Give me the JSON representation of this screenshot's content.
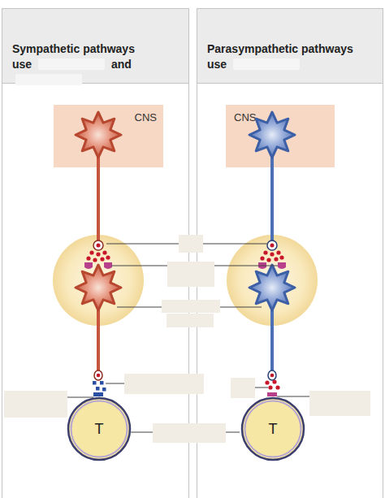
{
  "diagram": {
    "nodes": [
      {
        "text": [
          "Sympathetic pathways use",
          "and"
        ]
      },
      {
        "text": [
          "Parasympathetic pathways use"
        ]
      },
      {
        "text": [
          "CNS"
        ],
        "in": 0
      },
      {
        "text": [
          "CNS"
        ],
        "in": 1
      },
      {
        "text": [
          "T"
        ],
        "in": 0
      },
      {
        "text": [
          "T"
        ],
        "in": 1
      }
    ]
  }
}
